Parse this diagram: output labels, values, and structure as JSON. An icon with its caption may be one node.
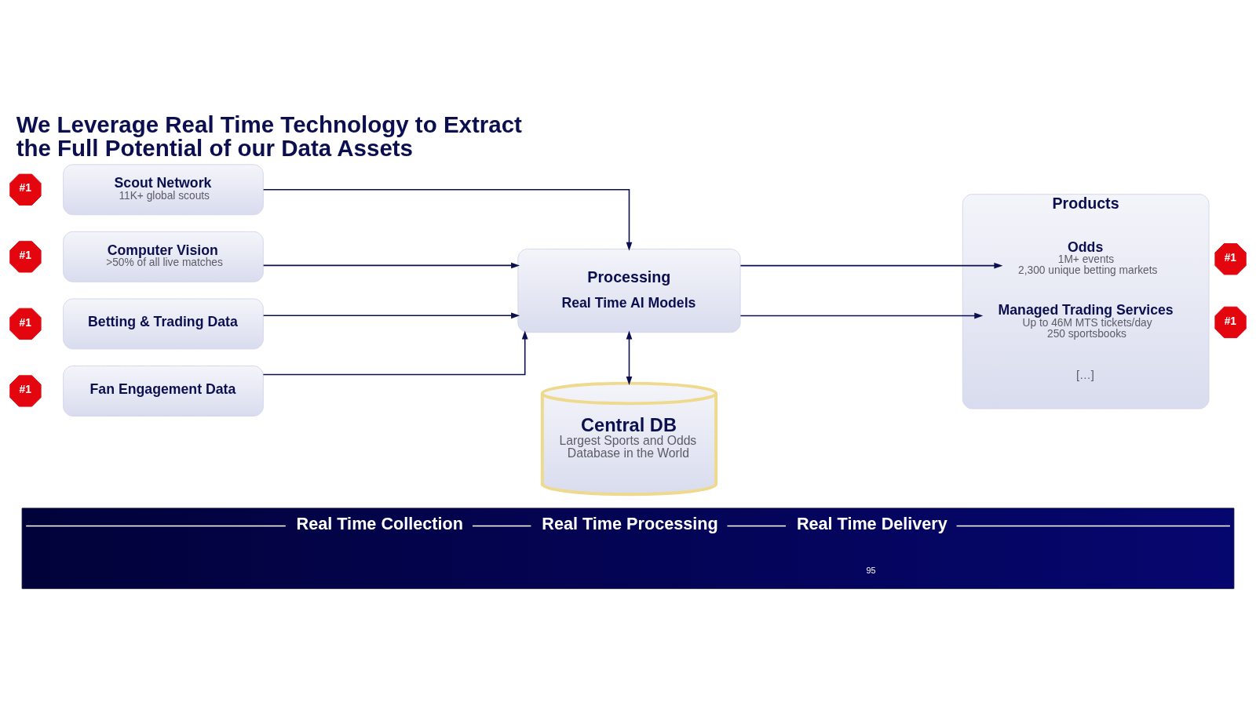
{
  "diagram": {
    "title": "We Leverage Real Time Technology to Extract the Full Potential of our Data Assets",
    "nodes": [
      {
        "text": [
          "#1"
        ]
      },
      {
        "text": [
          "Scout Network",
          "11K+ global scouts"
        ]
      },
      {
        "text": [
          "#1"
        ]
      },
      {
        "text": [
          "Computer Vision",
          ">50% of all live matches"
        ]
      },
      {
        "text": [
          "#1"
        ]
      },
      {
        "text": [
          "Betting & Trading Data"
        ]
      },
      {
        "text": [
          "#1"
        ]
      },
      {
        "text": [
          "Fan Engagement Data"
        ]
      },
      {
        "text": [
          "Processing",
          "Real Time AI Models"
        ]
      },
      {
        "text": [
          "Central DB",
          "Largest Sports and Odds Database in the World"
        ]
      },
      {
        "text": [
          "Products"
        ]
      },
      {
        "text": [
          "Odds",
          "1M+ events",
          "2,300 unique betting markets"
        ],
        "in": 10
      },
      {
        "text": [
          "#1"
        ]
      },
      {
        "text": [
          "Managed Trading Services",
          "Up to 46M MTS tickets/day",
          "250 sportsbooks"
        ],
        "in": 10
      },
      {
        "text": [
          "#1"
        ]
      },
      {
        "text": [],
        "shape": "box"
      },
      {
        "text": [
          "Real Time Collection"
        ],
        "in": 15
      },
      {
        "text": [
          "Real Time Processing"
        ],
        "in": 15
      },
      {
        "text": [
          "Real Time Delivery"
        ],
        "in": 15
      }
    ],
    "edges": [
      {
        "from": 1,
        "to": 8,
        "arrow": "to"
      },
      {
        "from": 3,
        "to": 8,
        "arrow": "to"
      },
      {
        "from": 5,
        "to": 8,
        "arrow": "to"
      },
      {
        "from": 7,
        "to": 8,
        "arrow": "to"
      },
      {
        "from": 8,
        "to": 9,
        "arrow": "both"
      },
      {
        "from": 8,
        "to": 11,
        "arrow": "to"
      },
      {
        "from": 8,
        "to": 13,
        "arrow": "to"
      },
      {
        "from": 15,
        "to": 16,
        "arrow": "none",
        "color": "#ffffff"
      },
      {
        "from": 16,
        "to": 17,
        "arrow": "none",
        "color": "#ffffff"
      },
      {
        "from": 17,
        "to": 18,
        "arrow": "none",
        "color": "#ffffff"
      },
      {
        "from": 18,
        "to": 15,
        "arrow": "none",
        "color": "#ffffff"
      }
    ],
    "labels": [
      "[…]",
      "95"
    ]
  }
}
